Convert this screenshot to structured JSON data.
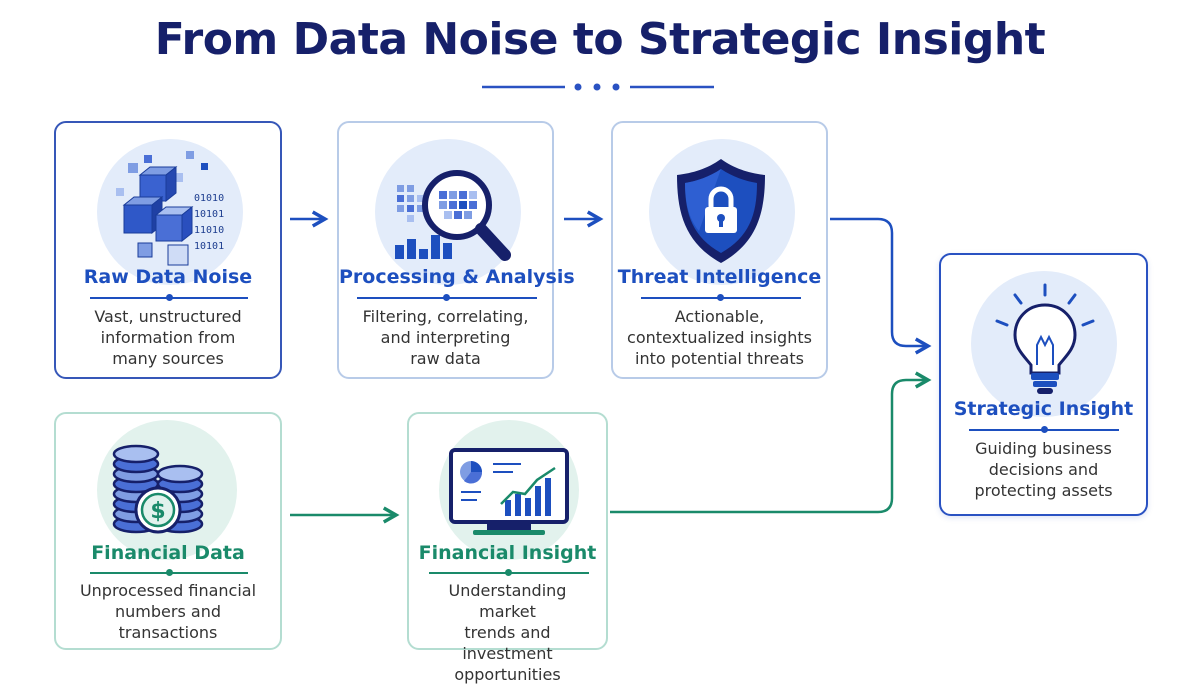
{
  "title": "From Data Noise to Strategic Insight",
  "nodes": {
    "raw": {
      "title": "Raw Data Noise",
      "desc": [
        "Vast, unstructured",
        "information from",
        "many sources"
      ],
      "binary": [
        "01010",
        "10101",
        "11010",
        "10101"
      ]
    },
    "processing": {
      "title": "Processing & Analysis",
      "desc": [
        "Filtering, correlating,",
        "and interpreting",
        "raw data"
      ]
    },
    "threat": {
      "title": "Threat Intelligence",
      "desc": [
        "Actionable,",
        "contextualized insights",
        "into potential threats"
      ]
    },
    "strategic": {
      "title": "Strategic Insight",
      "desc": [
        "Guiding business",
        "decisions and",
        "protecting assets"
      ]
    },
    "financial_data": {
      "title": "Financial Data",
      "desc": [
        "Unprocessed financial",
        "numbers and",
        "transactions"
      ],
      "currency_symbol": "$"
    },
    "financial_insight": {
      "title": "Financial Insight",
      "desc": [
        "Understanding market",
        "trends and investment",
        "opportunities"
      ]
    }
  },
  "icons": {
    "raw": "data-cubes-icon",
    "processing": "magnifier-chart-icon",
    "threat": "shield-lock-icon",
    "strategic": "lightbulb-icon",
    "financial_data": "coin-stack-icon",
    "financial_insight": "monitor-chart-icon"
  },
  "colors": {
    "title": "#16206a",
    "blue_accent": "#1d4fbf",
    "green_accent": "#1a8a6a",
    "blue_border": "#3657b8",
    "green_border": "#b4ddd1"
  }
}
